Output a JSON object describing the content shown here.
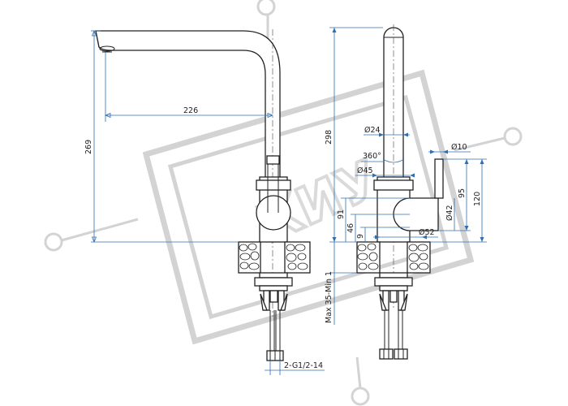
{
  "watermark": {
    "text": "КИУ",
    "color": "#cfcfcf"
  },
  "colors": {
    "line": "#222222",
    "dimension": "#2f6fb0",
    "background": "#ffffff"
  },
  "side_view": {
    "dim_reach": "226",
    "dim_height": "269",
    "dim_connection": "2-G1/2-14"
  },
  "front_view": {
    "dim_total_height": "298",
    "dim_spout_diameter": "Ø24",
    "dim_rotation": "360°",
    "dim_body_diameter": "Ø45",
    "dim_lever_diameter": "Ø10",
    "dim_handle_diameter": "Ø42",
    "dim_base_diameter": "Ø52",
    "dim_95": "95",
    "dim_120": "120",
    "dim_91": "91",
    "dim_46": "46",
    "dim_9": "9",
    "dim_mount": "Max 35-Min 1"
  }
}
